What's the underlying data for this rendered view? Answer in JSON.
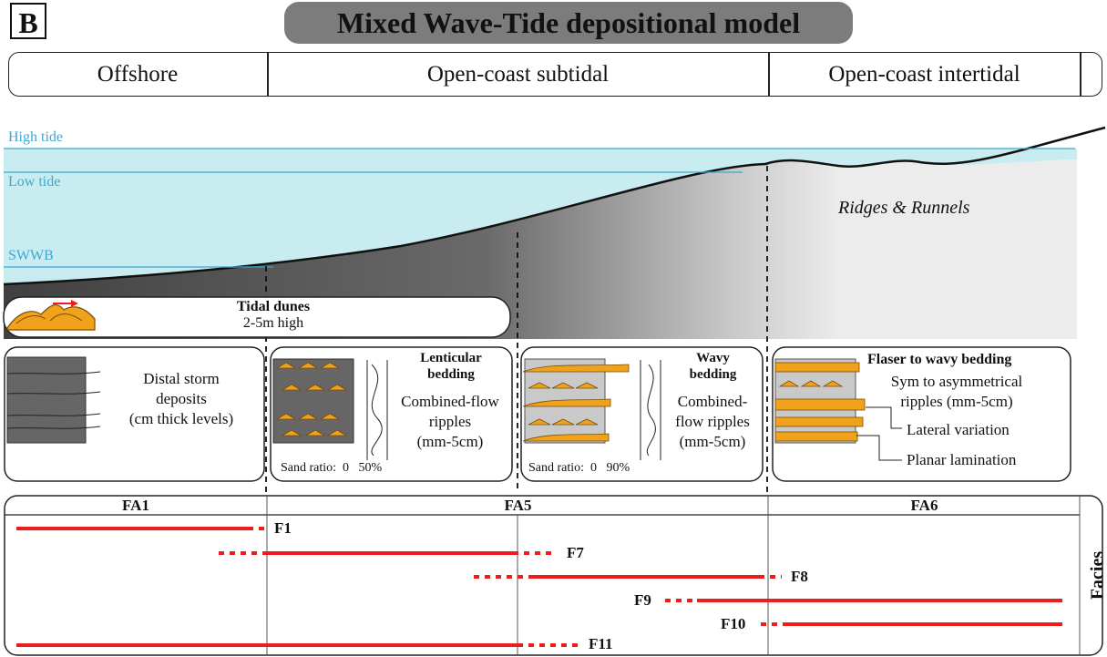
{
  "panel_letter": "B",
  "title": "Mixed Wave-Tide depositional model",
  "zones": [
    "Offshore",
    "Open-coast subtidal",
    "Open-coast intertidal"
  ],
  "tide_levels": {
    "high": "High tide",
    "low": "Low tide",
    "swwb": "SWWB"
  },
  "ridges_label": "Ridges & Runnels",
  "tidal_dunes": {
    "title": "Tidal dunes",
    "subtitle": "2-5m high"
  },
  "cards": {
    "distal": {
      "lines": [
        "Distal storm",
        "deposits",
        "(cm thick levels)"
      ]
    },
    "lenticular": {
      "title": [
        "Lenticular",
        "bedding"
      ],
      "lines": [
        "Combined-flow",
        "ripples",
        "(mm-5cm)"
      ],
      "sand_ratio": "Sand ratio:  0   50%"
    },
    "wavy": {
      "title": [
        "Wavy",
        "bedding"
      ],
      "lines": [
        "Combined-",
        "flow ripples",
        "(mm-5cm)"
      ],
      "sand_ratio": "Sand ratio:  0   90%"
    },
    "flaser": {
      "title": "Flaser to wavy bedding",
      "lines": [
        "Sym to asymmetrical",
        "ripples (mm-5cm)"
      ],
      "lateral": "Lateral variation",
      "planar": "Planar lamination"
    }
  },
  "facies_table": {
    "associations": [
      "FA1",
      "FA5",
      "FA6"
    ],
    "side_label": "Facies",
    "facies": [
      {
        "name": "F1",
        "solid": [
          18,
          272
        ],
        "dotted": [
          272,
          296
        ],
        "label_pos": "right"
      },
      {
        "name": "F7",
        "solid": [
          292,
          563
        ],
        "dotted_left": [
          240,
          292
        ],
        "dotted": [
          563,
          610
        ],
        "label_pos": "right"
      },
      {
        "name": "F8",
        "solid": [
          585,
          833
        ],
        "dotted_left": [
          520,
          585
        ],
        "dotted": [
          833,
          858
        ],
        "label_pos": "right"
      },
      {
        "name": "F9",
        "solid": [
          765,
          1166
        ],
        "dotted_left": [
          730,
          765
        ],
        "label_pos": "left"
      },
      {
        "name": "F10",
        "solid": [
          860,
          1166
        ],
        "dotted_left": [
          835,
          860
        ],
        "label_pos": "left"
      },
      {
        "name": "F11",
        "solid": [
          18,
          568
        ],
        "dotted": [
          568,
          635
        ],
        "label_pos": "right"
      }
    ]
  },
  "colors": {
    "water": "#c9ecf0",
    "tide_line": "#3aa8d4",
    "sand": "#f0a21c",
    "facies_line": "#ee1c1c",
    "mud": "#6b6b6b"
  }
}
